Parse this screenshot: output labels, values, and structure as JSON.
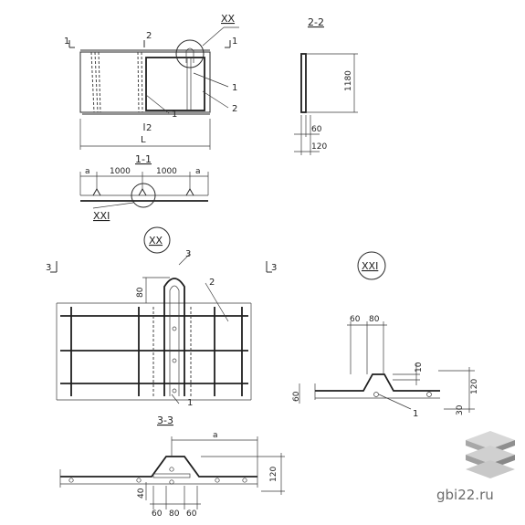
{
  "sections": {
    "s11_marker": "1",
    "s22_marker": "2",
    "s33_marker": "3",
    "s22_title": "2-2",
    "s11_title": "1-1",
    "s33_title": "3-3",
    "detail_xx_title": "XX",
    "detail_xxi_title": "XXI",
    "detail_xxi_ref": "XXI"
  },
  "callouts": {
    "one": "1",
    "two": "2",
    "three": "3"
  },
  "dimensions": {
    "plan_length": "L",
    "s11_a_left": "a",
    "s11_1000_a": "1000",
    "s11_1000_b": "1000",
    "s11_a_right": "a",
    "s22_height": "1180",
    "s22_60": "60",
    "s22_120": "120",
    "xx_80": "80",
    "xxi_60": "60",
    "xxi_80": "80",
    "xxi_10": "10",
    "xxi_60_left": "60",
    "xxi_120": "120",
    "xxi_30": "30",
    "s33_a": "a",
    "s33_120": "120",
    "s33_40": "40",
    "s33_b60a": "60",
    "s33_b80": "80",
    "s33_b60b": "60"
  },
  "watermark": "gbi22.ru",
  "colors": {
    "line": "#2a2a2a",
    "watermark": "#6b6b6b",
    "logo_top": "#cfcfcf",
    "logo_side": "#9a9a9a"
  }
}
